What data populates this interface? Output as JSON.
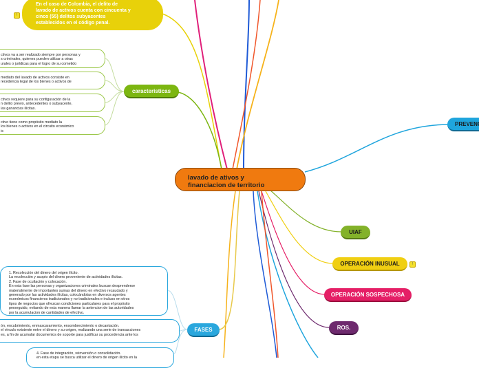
{
  "central": {
    "label": "lavado de ativos y\nfinanciacion de territorio"
  },
  "top_note": {
    "text": "En el caso de Colombia, el delito de\nlavado de activos cuenta con cincuenta y\ncinco (55) delitos subyacentes\nestablecidos en el código penal."
  },
  "branches": {
    "caracteristicas": "características",
    "prevencion": "PREVENCI",
    "uiaf": "UIAF",
    "operacion_inusual": "OPERACIÓN INUSUAL",
    "operacion_sospechosa": "OPERACIÓN SOSPECHOSA",
    "ros": "ROS.",
    "fases": "FASES"
  },
  "caracteristicas_notes": [
    "ctivos va a ser realizado siempre por personas y\ns criminales, quienes pueden utilizar a otras\nurales o jurídicas para el logro de su cometido",
    "mediato del lavado de activos consiste en\nrecedencia legal de los bienes o activos de",
    "ctivos requiere para su configuración de la\nn delito previo, antecedentes o subyacente,\nlas ganancias ilícitas.",
    "ctivo tiene como propósito mediato la\n los bienes o activos en el circuito económico\nis"
  ],
  "fases_notes": [
    "1. Recolección del dinero del origen ilícito.\nLa recolección y acopio del dinero proveniente de actividades ilícitas.\n2. Fase de ocultación y colocación.\nEn esta fase las personas y organizaciones criminales buscan desprenderse\nmaterialmente de importantes sumas del dinero en efectivo recaudado y\ngenerado por las actividades ilícitas, colocándolas en diversos agentes\neconómicos financieros tradicionales y no tradicionales e incluso en otros\ntipos de negocios que ofrezcan condiciones particulares para el propósito\nperseguido, evitando de esta manera llamar la antencion de las autoridades\npor la acumulacion de cantidades de efectivo.",
    "ón, encubrimiento, enmascaramiento, ensombrecimiento o decantación.\nel vinculo existente entre el dinero y su origen, realizando una serie de transacciones\nes, a fin de acumular documentos de soporte para justificar su procedencia ante los",
    "4. Fase de integración, reinversión o consolidación.\nen esta etapa se busca utilizar el dinero de origen ilícito en la"
  ],
  "badges": {
    "top_note": "!",
    "operacion_inusual": "!"
  },
  "colors": {
    "central": "#f07a0f",
    "top_note": "#e8d10a",
    "caracteristicas": "#7cb611",
    "prevencion": "#1fa5dd",
    "uiaf": "#83b22a",
    "operacion_inusual": "#f0cf12",
    "operacion_sospechosa": "#e51f66",
    "ros": "#6e2a6e",
    "fases": "#2aa7dd"
  }
}
